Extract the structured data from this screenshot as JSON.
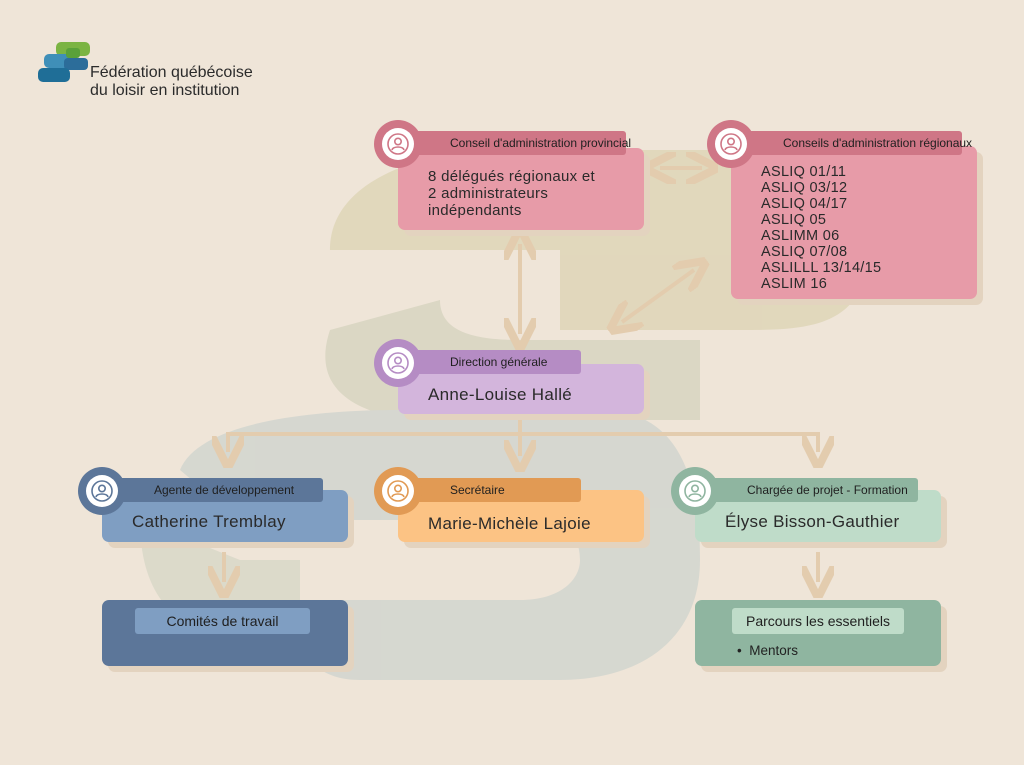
{
  "org": {
    "name_line1": "Fédération québécoise",
    "name_line2": "du loisir en institution"
  },
  "cap": {
    "title": "Conseil d'administration provincial",
    "line1": "8 délégués régionaux et",
    "line2": "2 administrateurs",
    "line3": "indépendants"
  },
  "car": {
    "title": "Conseils d'administration régionaux",
    "items": [
      "ASLIQ 01/11",
      "ASLIQ 03/12",
      "ASLIQ 04/17",
      "ASLIQ 05",
      "ASLIMM 06",
      "ASLIQ 07/08",
      "ASLILLL 13/14/15",
      "ASLIM 16"
    ]
  },
  "dg": {
    "title": "Direction générale",
    "name": "Anne-Louise Hallé"
  },
  "agent": {
    "title": "Agente de développement",
    "name": "Catherine Tremblay",
    "sub": "Comités de travail"
  },
  "sec": {
    "title": "Secrétaire",
    "name": "Marie-Michèle Lajoie"
  },
  "proj": {
    "title": "Chargée de projet - Formation",
    "name": "Élyse Bisson-Gauthier",
    "sub": "Parcours les essentiels",
    "bullet": "Mentors"
  },
  "colors": {
    "background": "#efe5d8",
    "pink": "#e79ba8",
    "pink_dark": "#cf7686",
    "purple": "#d3b5dc",
    "purple_dark": "#b58cc4",
    "blue": "#7f9ec2",
    "blue_dark": "#5c7699",
    "orange": "#fcc384",
    "orange_dark": "#e19a54",
    "green": "#bfdcc9",
    "green_dark": "#8fb5a0",
    "arrow": "#e3ccae"
  },
  "icons": [
    "person-icon",
    "logo-mark-icon"
  ]
}
